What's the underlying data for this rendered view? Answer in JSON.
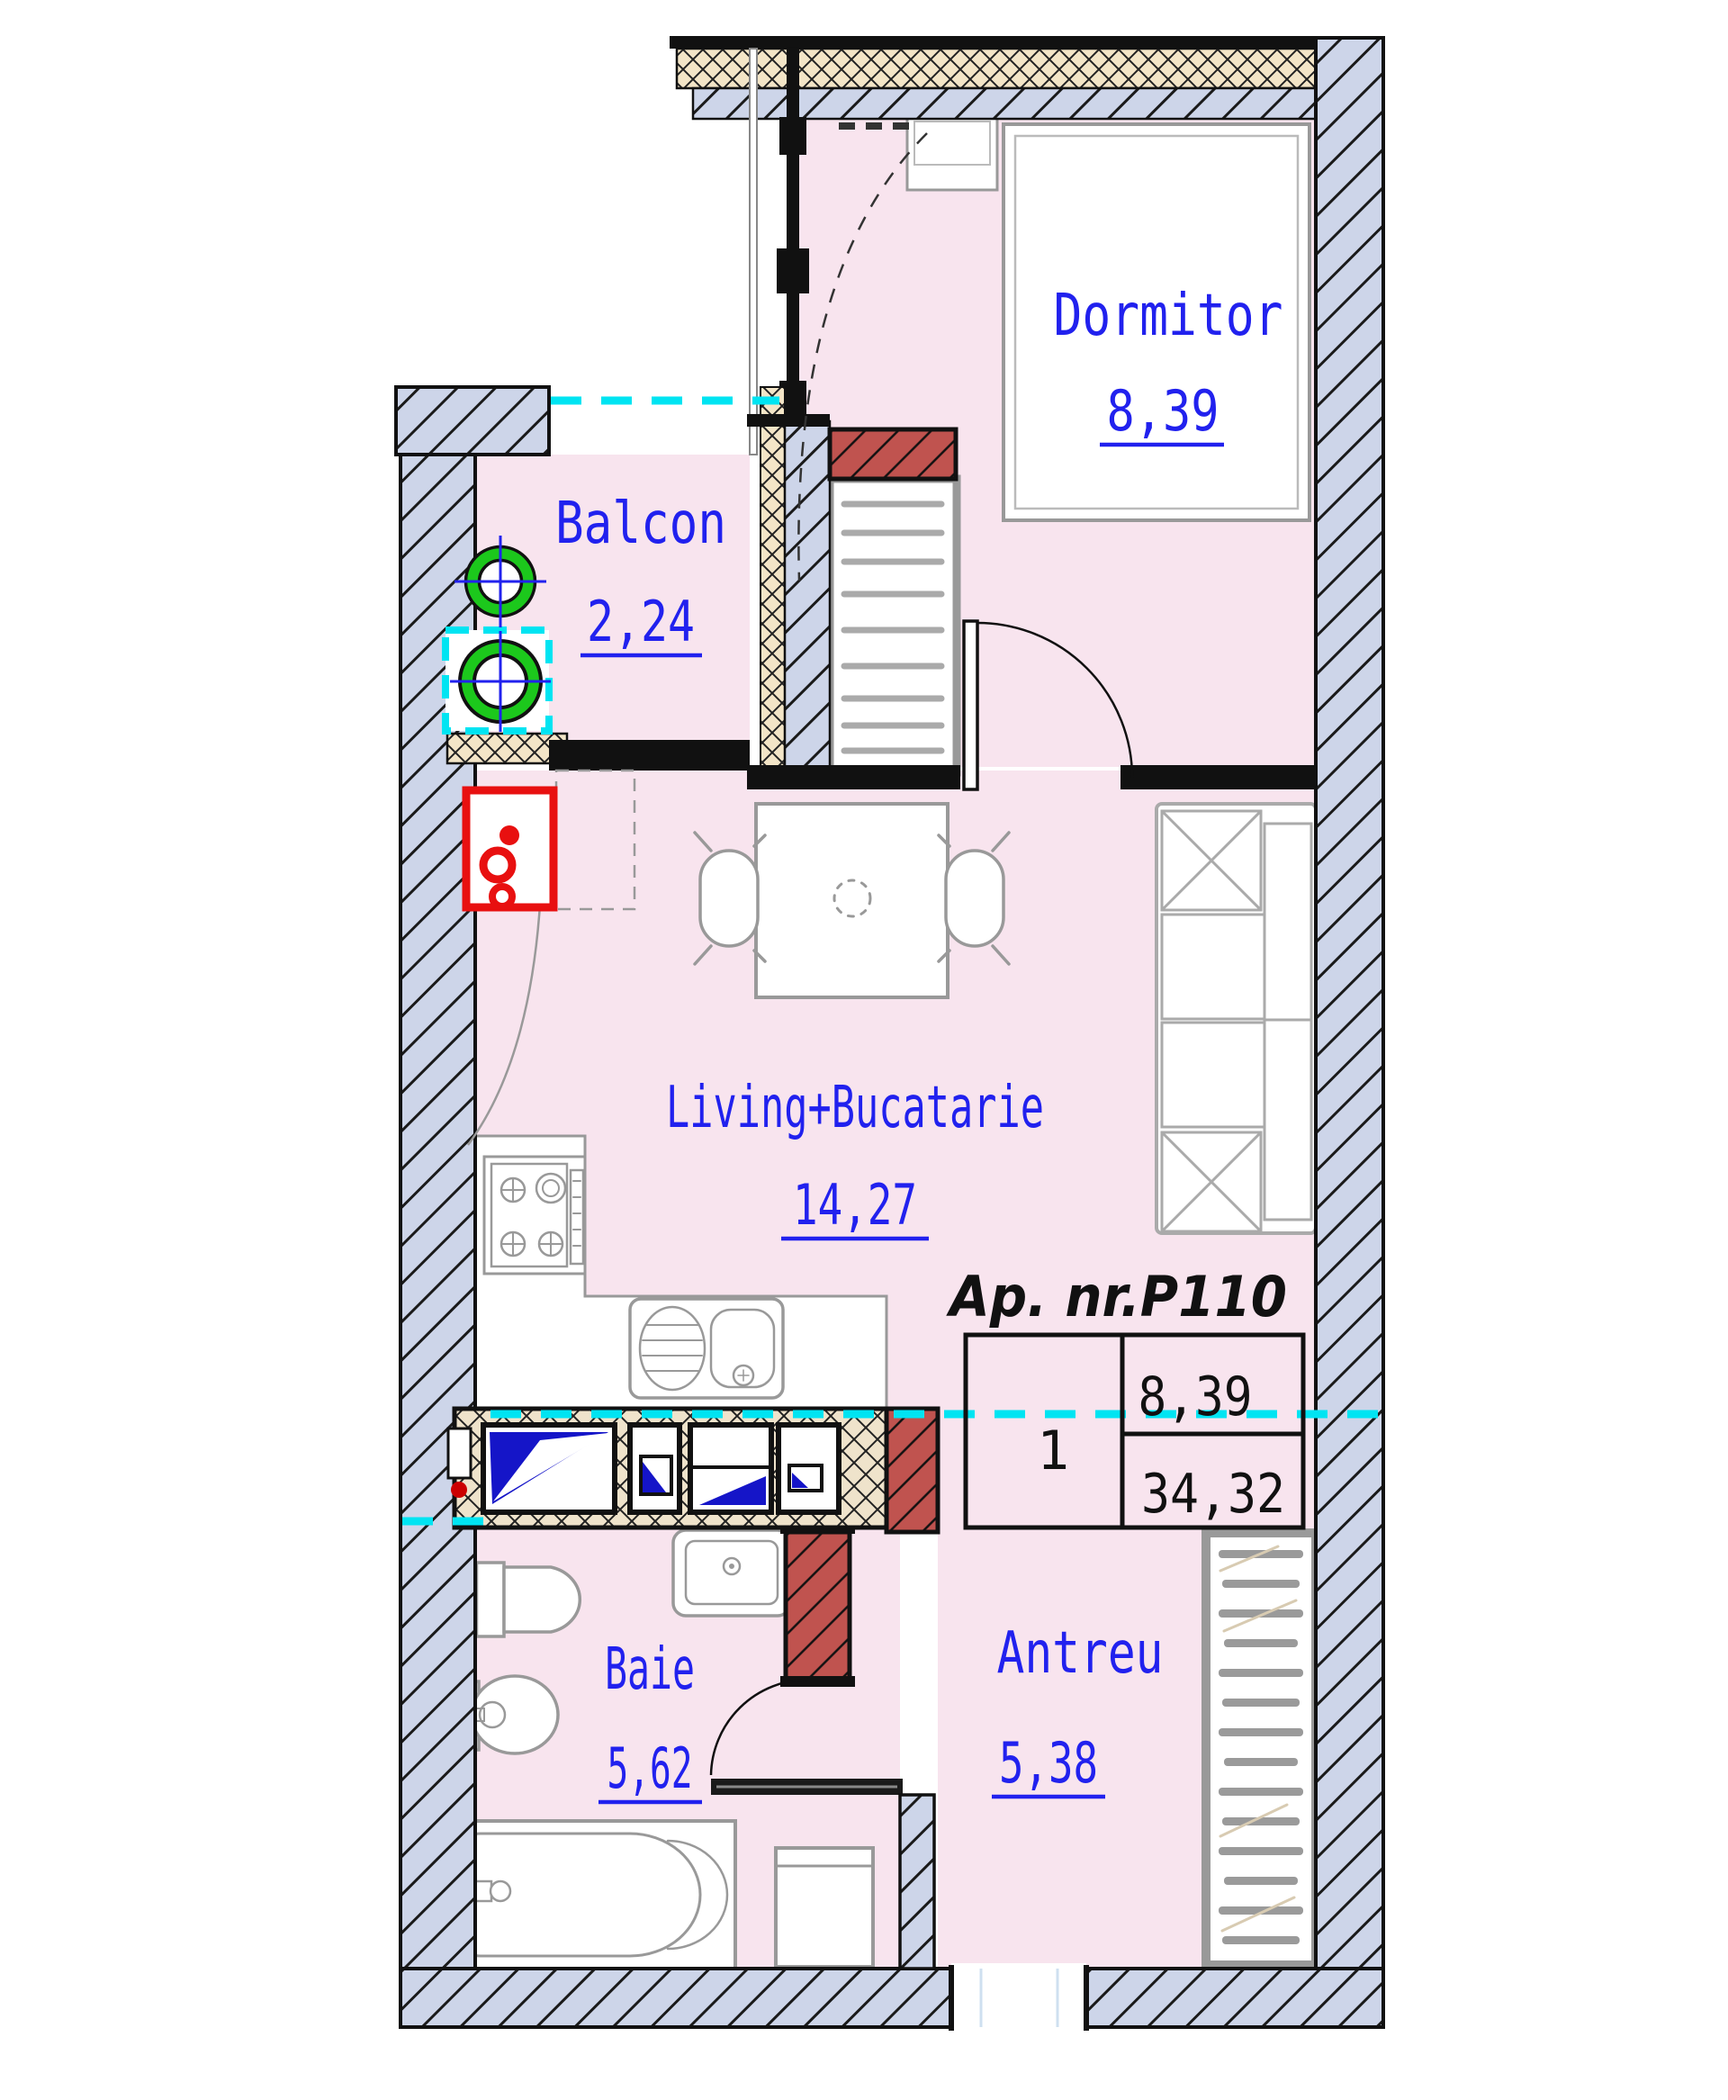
{
  "title": {
    "apartment_label": "Ap. nr.P110"
  },
  "rooms": {
    "dormitor": {
      "name": "Dormitor",
      "area": "8,39"
    },
    "balcon": {
      "name": "Balcon",
      "area": "2,24"
    },
    "living": {
      "name": "Living+Bucatarie",
      "area": "14,27"
    },
    "baie": {
      "name": "Baie",
      "area": "5,62"
    },
    "antreu": {
      "name": "Antreu",
      "area": "5,38"
    }
  },
  "summary": {
    "unit_rooms": "1",
    "living_area": "8,39",
    "total_area": "34,32"
  },
  "colors": {
    "floor_pink": "#f8e4ee",
    "wall_blue": "#cdd5e9",
    "insulation_beige": "#f3e5c7",
    "highlight_red": "#c0534f",
    "label_blue": "#2121ee",
    "section_cyan": "#00e4f2",
    "pipe_green": "#1cc81c",
    "meter_red": "#e81010"
  },
  "fixtures": [
    "bed",
    "nightstand",
    "wardrobe",
    "sofa",
    "dining-table",
    "chair",
    "gas-hob",
    "kitchen-sink",
    "gas-meter",
    "pipe-riser",
    "toilet",
    "bidet",
    "washbasin",
    "bathtub",
    "washing-machine",
    "hallway-wardrobe"
  ]
}
